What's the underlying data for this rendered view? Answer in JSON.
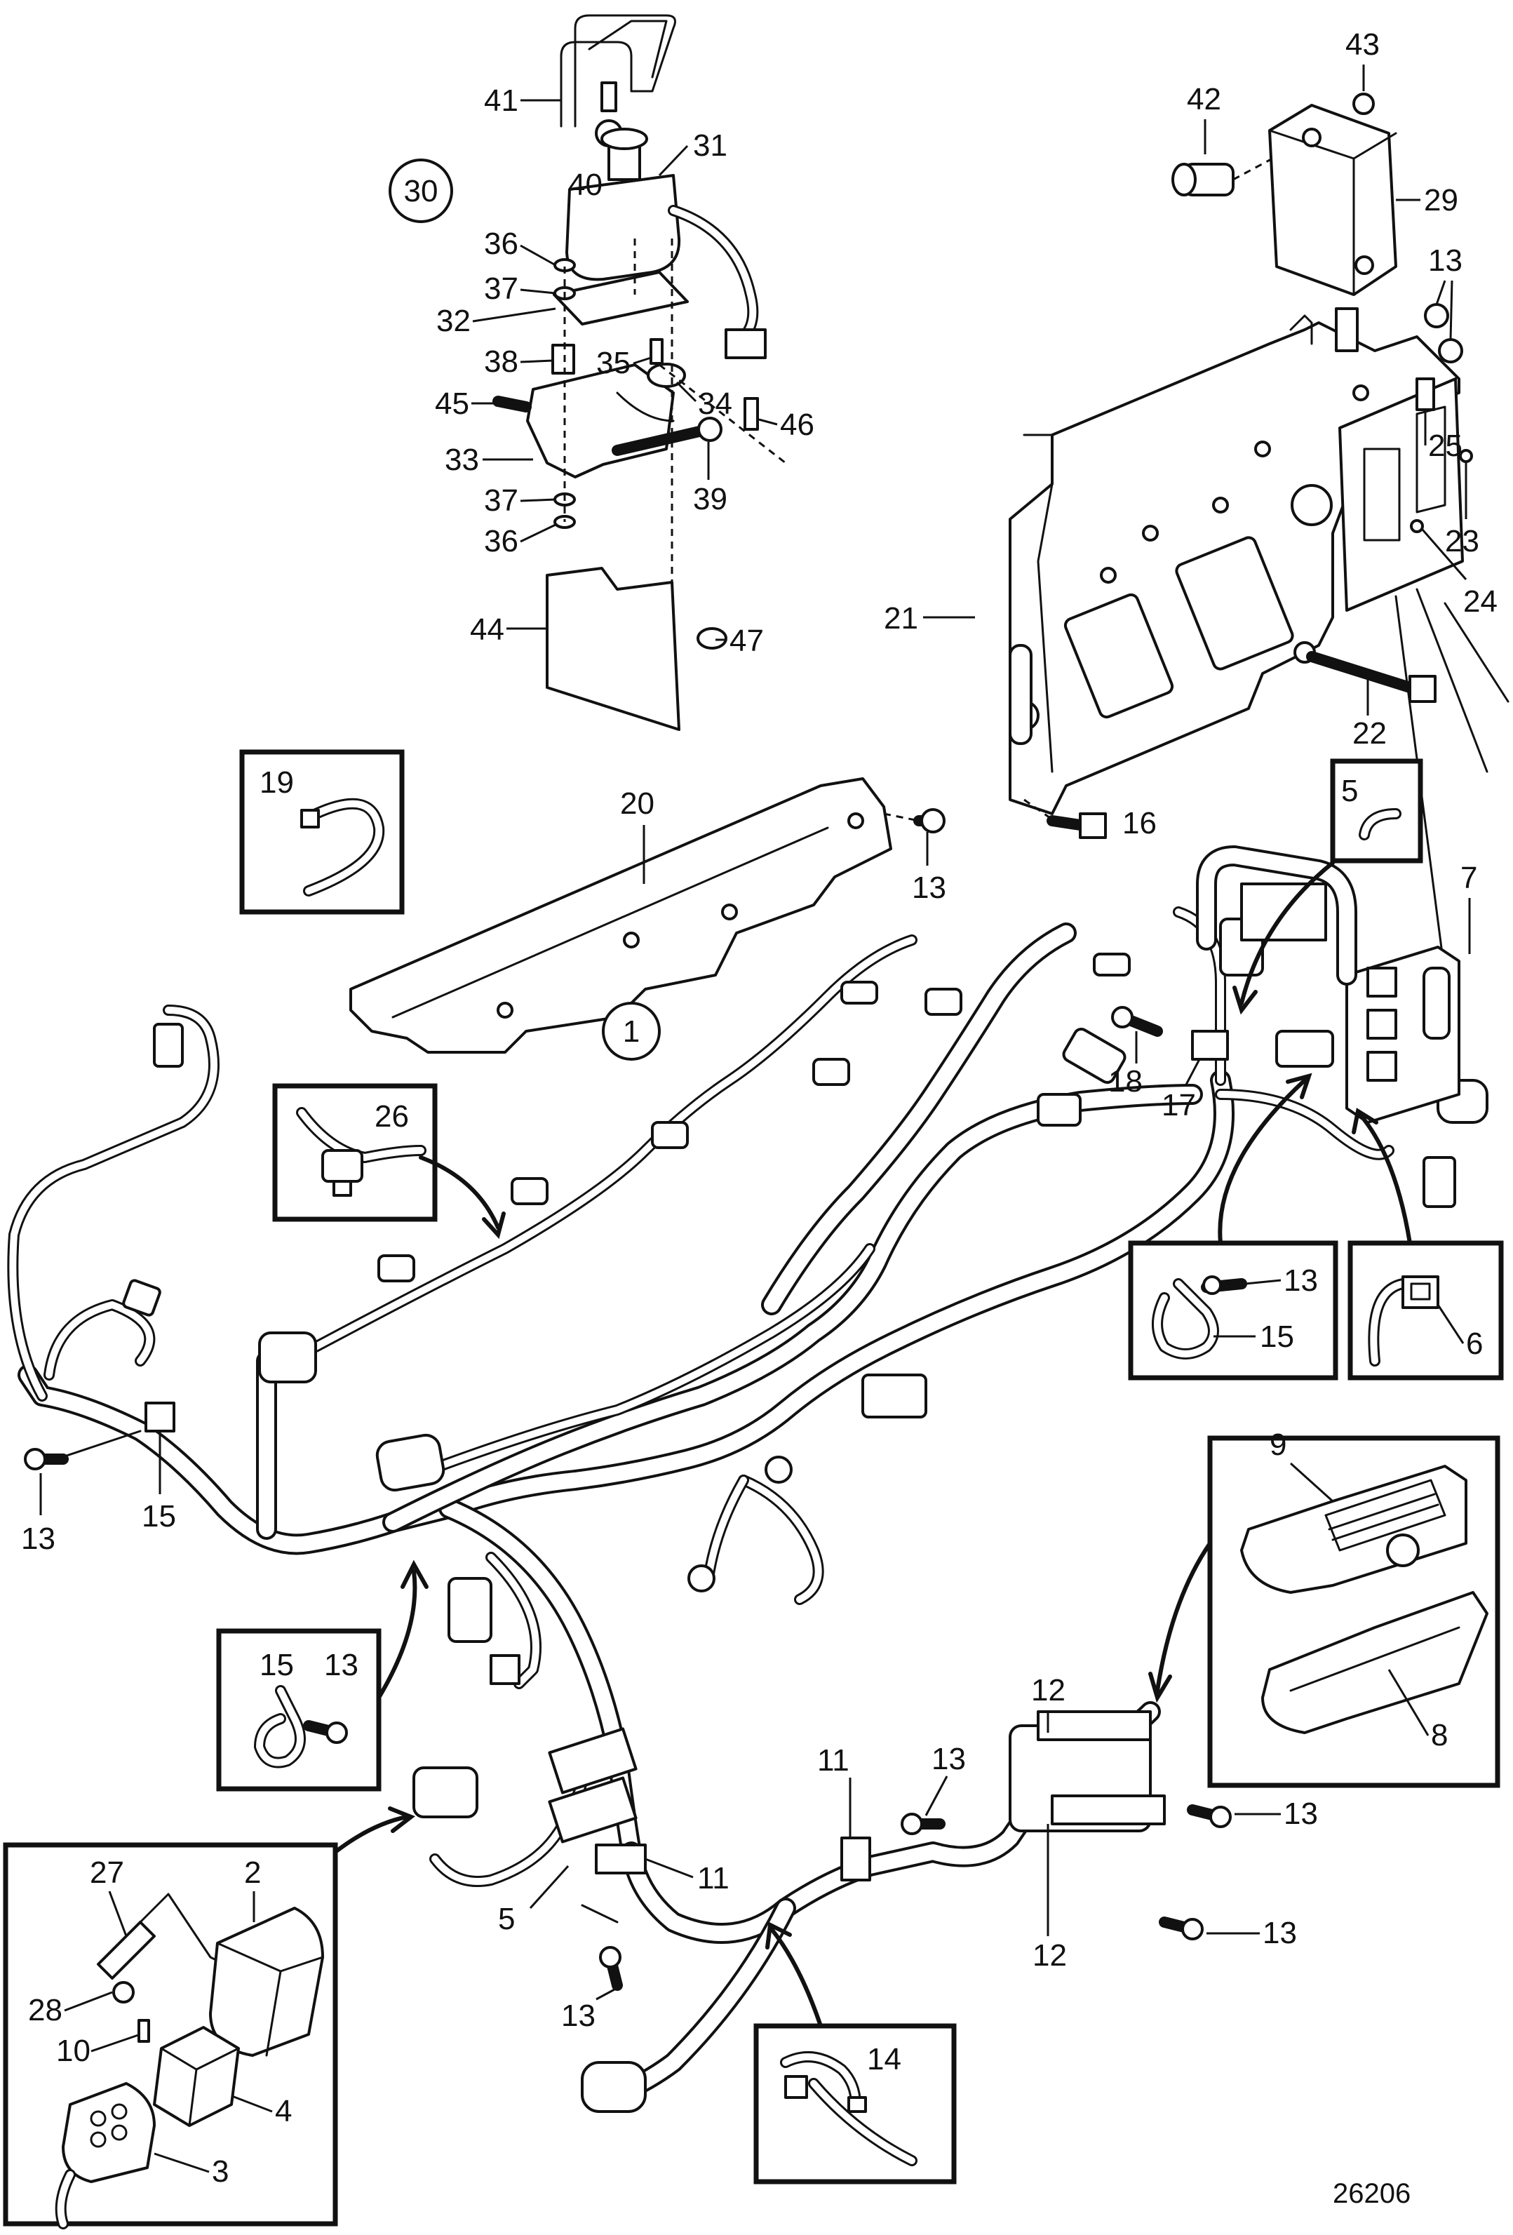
{
  "figure": {
    "reference_number": "26206",
    "callouts": [
      "1",
      "2",
      "3",
      "4",
      "5",
      "6",
      "7",
      "8",
      "9",
      "10",
      "11",
      "12",
      "13",
      "14",
      "15",
      "16",
      "17",
      "18",
      "19",
      "20",
      "21",
      "22",
      "23",
      "24",
      "25",
      "26",
      "27",
      "28",
      "29",
      "30",
      "31",
      "32",
      "33",
      "34",
      "35",
      "36",
      "37",
      "38",
      "39",
      "40",
      "41",
      "42",
      "43",
      "44",
      "45",
      "46",
      "47"
    ],
    "colors": {
      "line": "#111111",
      "background": "#ffffff"
    }
  },
  "detail_boxes": {
    "box_19": {
      "label": "19"
    },
    "box_26": {
      "label": "26"
    },
    "box_5": {
      "label": "5"
    },
    "box_13_15_right": {
      "label_a": "13",
      "label_b": "15"
    },
    "box_6": {
      "label": "6"
    },
    "box_9_8": {
      "label_a": "9",
      "label_b": "8"
    },
    "box_15_13_left": {
      "label_a": "15",
      "label_b": "13"
    },
    "box_14": {
      "label": "14"
    },
    "box_lower_left": {
      "labels": [
        "27",
        "2",
        "28",
        "10",
        "4",
        "3"
      ]
    }
  }
}
